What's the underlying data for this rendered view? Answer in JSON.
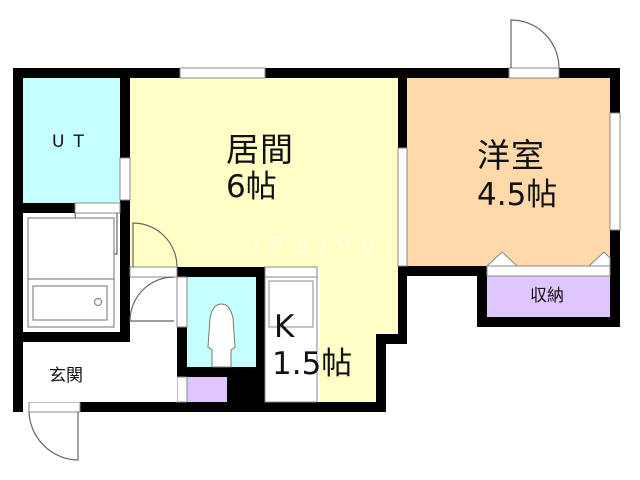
{
  "floor_plan": {
    "watermark": "jogjog",
    "colors": {
      "wall": "#000000",
      "living_dining": "#FFFFC6",
      "western_room": "#FFD9AA",
      "wet_area": "#C6FFFF",
      "storage": "#E0C6FF",
      "floor_plain": "#FFFFFF",
      "fixture_line": "#777777"
    },
    "rooms": [
      {
        "id": "living",
        "name": "居間",
        "size": "6帖"
      },
      {
        "id": "western",
        "name": "洋室",
        "size": "4.5帖"
      },
      {
        "id": "kitchen",
        "name": "K",
        "size": "1.5帖"
      },
      {
        "id": "unit_toilet",
        "name": "UT"
      },
      {
        "id": "storage",
        "name": "収納"
      },
      {
        "id": "entrance",
        "name": "玄関"
      }
    ]
  }
}
